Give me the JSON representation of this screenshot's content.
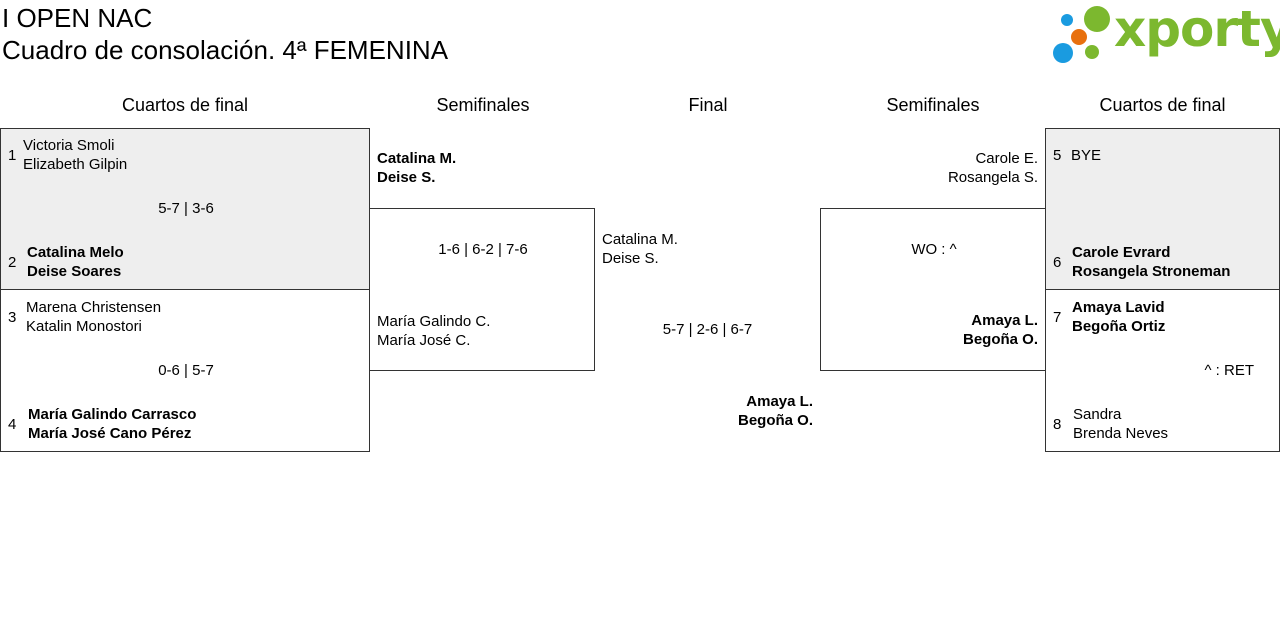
{
  "header": {
    "title": "I OPEN NAC",
    "subtitle": "Cuadro de consolación. 4ª FEMENINA",
    "logo_text": "xporty"
  },
  "colors": {
    "logo_green": "#7cb82f",
    "logo_blue": "#1a9be0",
    "logo_orange": "#e8700e",
    "bye_bg": "#eeeeee"
  },
  "rounds": {
    "qf_left": "Cuartos de final",
    "sf_left": "Semifinales",
    "final": "Final",
    "sf_right": "Semifinales",
    "qf_right": "Cuartos de final"
  },
  "qf_left": [
    {
      "seed1": "1",
      "p1a": "Victoria Smoli",
      "p1b": "Elizabeth Gilpin",
      "seed2": "2",
      "p2a": "Catalina Melo",
      "p2b": "Deise Soares",
      "score": "5-7 | 3-6"
    },
    {
      "seed1": "3",
      "p1a": "Marena Christensen",
      "p1b": "Katalin Monostori",
      "seed2": "4",
      "p2a": "María Galindo Carrasco",
      "p2b": "María José Cano Pérez",
      "score": "0-6 | 5-7"
    }
  ],
  "sf_left": {
    "p1a": "Catalina M.",
    "p1b": "Deise S.",
    "p2a": "María Galindo C.",
    "p2b": "María José C.",
    "score": "1-6 | 6-2 | 7-6"
  },
  "final": {
    "p1a": "Catalina M.",
    "p1b": "Deise S.",
    "p2a": "Amaya L.",
    "p2b": "Begoña O.",
    "score": "5-7 | 2-6 | 6-7"
  },
  "sf_right": {
    "p1a": "Carole E.",
    "p1b": "Rosangela S.",
    "p2a": "Amaya L.",
    "p2b": "Begoña O.",
    "score": "WO : ^"
  },
  "qf_right": [
    {
      "seed1": "5",
      "p1a": "BYE",
      "seed2": "6",
      "p2a": "Carole Evrard",
      "p2b": "Rosangela Stroneman"
    },
    {
      "seed1": "7",
      "p1a": "Amaya Lavid",
      "p1b": "Begoña Ortiz",
      "seed2": "8",
      "p2a": "Sandra",
      "p2b": "Brenda Neves",
      "score": "^ : RET"
    }
  ]
}
